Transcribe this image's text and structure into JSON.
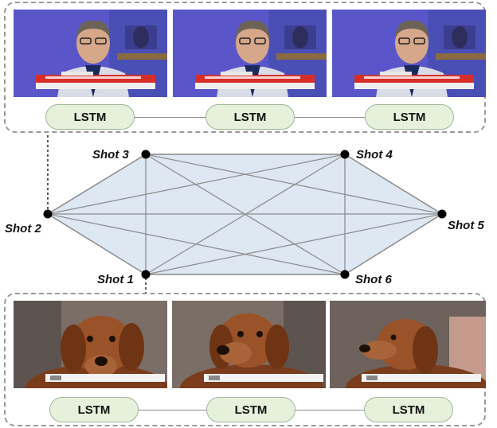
{
  "top_group": {
    "lstm_labels": [
      "LSTM",
      "LSTM",
      "LSTM"
    ]
  },
  "bottom_group": {
    "lstm_labels": [
      "LSTM",
      "LSTM",
      "LSTM"
    ]
  },
  "graph": {
    "nodes": [
      {
        "id": "shot1",
        "label": "Shot 1"
      },
      {
        "id": "shot2",
        "label": "Shot 2"
      },
      {
        "id": "shot3",
        "label": "Shot 3"
      },
      {
        "id": "shot4",
        "label": "Shot 4"
      },
      {
        "id": "shot5",
        "label": "Shot 5"
      },
      {
        "id": "shot6",
        "label": "Shot 6"
      }
    ]
  },
  "colors": {
    "lstm_fill": "#e6f1dc",
    "lstm_border": "#9fb79a",
    "graph_fill": "#dde8f3",
    "edge": "#8f8f8f",
    "node": "#000000"
  }
}
